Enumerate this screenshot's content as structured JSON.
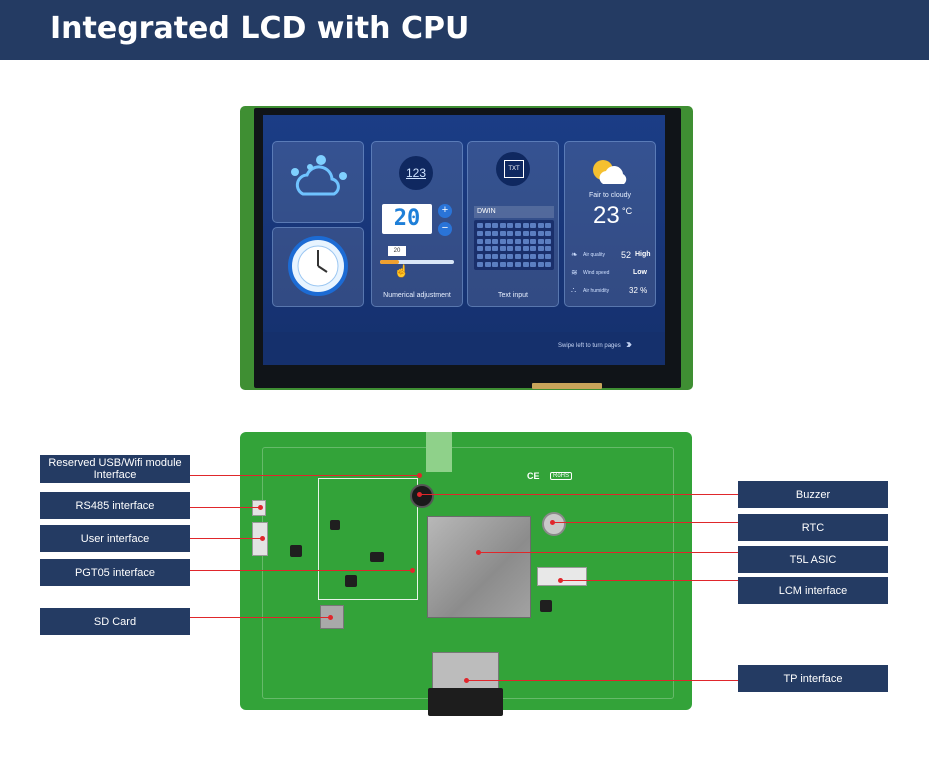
{
  "header": {
    "title": "Integrated LCD with CPU"
  },
  "screen_ui": {
    "numeric_tile": {
      "badge": "123",
      "value": "20",
      "slider_value": "20",
      "caption": "Numerical adjustment"
    },
    "text_tile": {
      "badge": "TXT",
      "input_value": "DWIN",
      "caption": "Text input"
    },
    "weather_tile": {
      "condition": "Fair to cloudy",
      "temperature": "23",
      "unit": "°C",
      "rows": [
        {
          "label": "Air quality",
          "value": "52",
          "qualifier": "High"
        },
        {
          "label": "Wind speed",
          "value": "Low"
        },
        {
          "label": "Air humidity",
          "value": "32 %"
        }
      ]
    },
    "swipe_hint": "Swipe left to turn pages"
  },
  "pcb": {
    "ce_mark": "CE",
    "rohs_mark": "RoHS"
  },
  "callouts": {
    "usb_wifi": {
      "line1": "Reserved USB/Wifi module",
      "line2": "Interface"
    },
    "rs485": "RS485 interface",
    "user_interface": "User interface",
    "pgt05": "PGT05 interface",
    "sd_card": "SD Card",
    "buzzer": "Buzzer",
    "rtc": "RTC",
    "t5l_asic": "T5L ASIC",
    "lcm_interface": "LCM interface",
    "tp_interface": "TP interface"
  },
  "colors": {
    "header_bg": "#243b63",
    "label_bg": "#243b63",
    "leader_line": "#e0262c",
    "pcb_green": "#33a339",
    "screen_blue": "#1b3d86"
  }
}
